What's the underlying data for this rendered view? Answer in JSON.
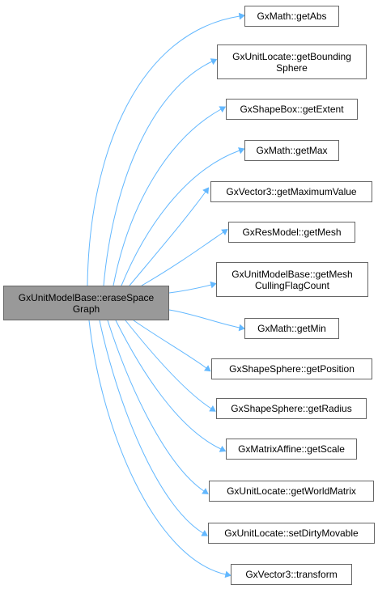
{
  "colors": {
    "edge": "#63b8ff",
    "node_border": "#666666",
    "source_fill": "#999999"
  },
  "source": {
    "label": "GxUnitModelBase::eraseSpace\nGraph"
  },
  "targets": [
    {
      "label": "GxMath::getAbs"
    },
    {
      "label": "GxUnitLocate::getBounding\nSphere"
    },
    {
      "label": "GxShapeBox::getExtent"
    },
    {
      "label": "GxMath::getMax"
    },
    {
      "label": "GxVector3::getMaximumValue"
    },
    {
      "label": "GxResModel::getMesh"
    },
    {
      "label": "GxUnitModelBase::getMesh\nCullingFlagCount"
    },
    {
      "label": "GxMath::getMin"
    },
    {
      "label": "GxShapeSphere::getPosition"
    },
    {
      "label": "GxShapeSphere::getRadius"
    },
    {
      "label": "GxMatrixAffine::getScale"
    },
    {
      "label": "GxUnitLocate::getWorldMatrix"
    },
    {
      "label": "GxUnitLocate::setDirtyMovable"
    },
    {
      "label": "GxVector3::transform"
    }
  ]
}
